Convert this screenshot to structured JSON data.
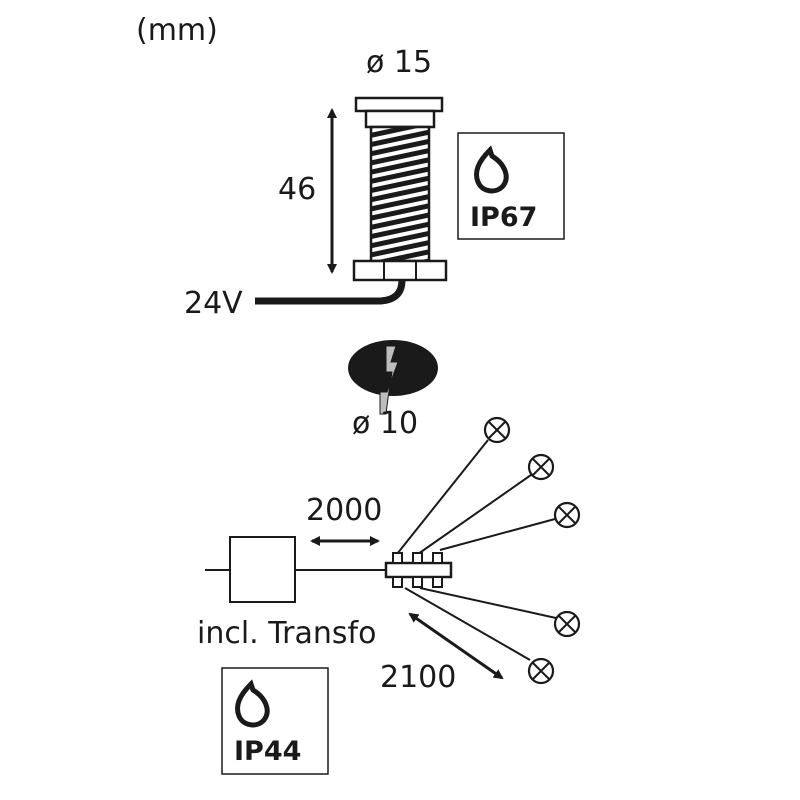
{
  "units_label": "(mm)",
  "spot": {
    "diameter_label": "ø 15",
    "height_label": "46",
    "voltage_label": "24V",
    "ip_rating": "IP67"
  },
  "drill": {
    "diameter_label": "ø 10"
  },
  "wiring": {
    "lead_length_label": "2000",
    "branch_length_label": "2100",
    "transformer_label": "incl. Transfo",
    "ip_rating": "IP44"
  },
  "colors": {
    "line": "#1a1a1a",
    "light_gray": "#bdbdbd"
  }
}
